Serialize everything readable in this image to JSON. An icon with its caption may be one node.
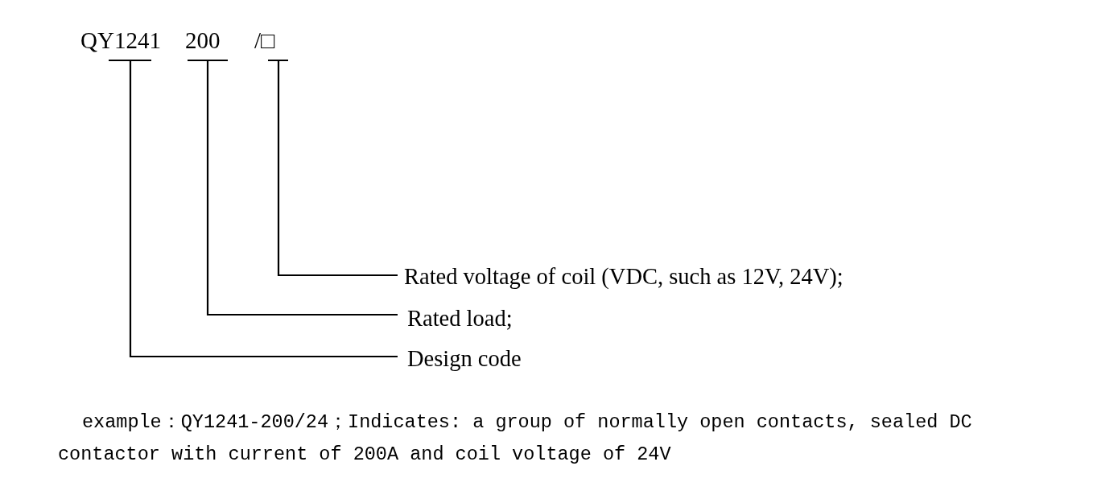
{
  "diagram": {
    "nodes": [
      {
        "text": [
          "QY1241"
        ]
      },
      {
        "text": [
          "200"
        ]
      },
      {
        "text": [
          "/□"
        ]
      },
      {
        "text": [
          "Rated voltage of coil (VDC, such as 12V, 24V);"
        ]
      },
      {
        "text": [
          "Rated load;"
        ]
      },
      {
        "text": [
          "Design code"
        ]
      }
    ],
    "edges": [
      {
        "from": 3,
        "to": 2,
        "arrow": "none"
      },
      {
        "from": 4,
        "to": 1,
        "arrow": "none"
      },
      {
        "from": 5,
        "to": 0,
        "arrow": "none"
      }
    ],
    "labels": [
      "example：QY1241-200/24；Indicates: a group of normally open contacts, sealed DC contactor with current of 200A and coil voltage of 24V"
    ]
  }
}
